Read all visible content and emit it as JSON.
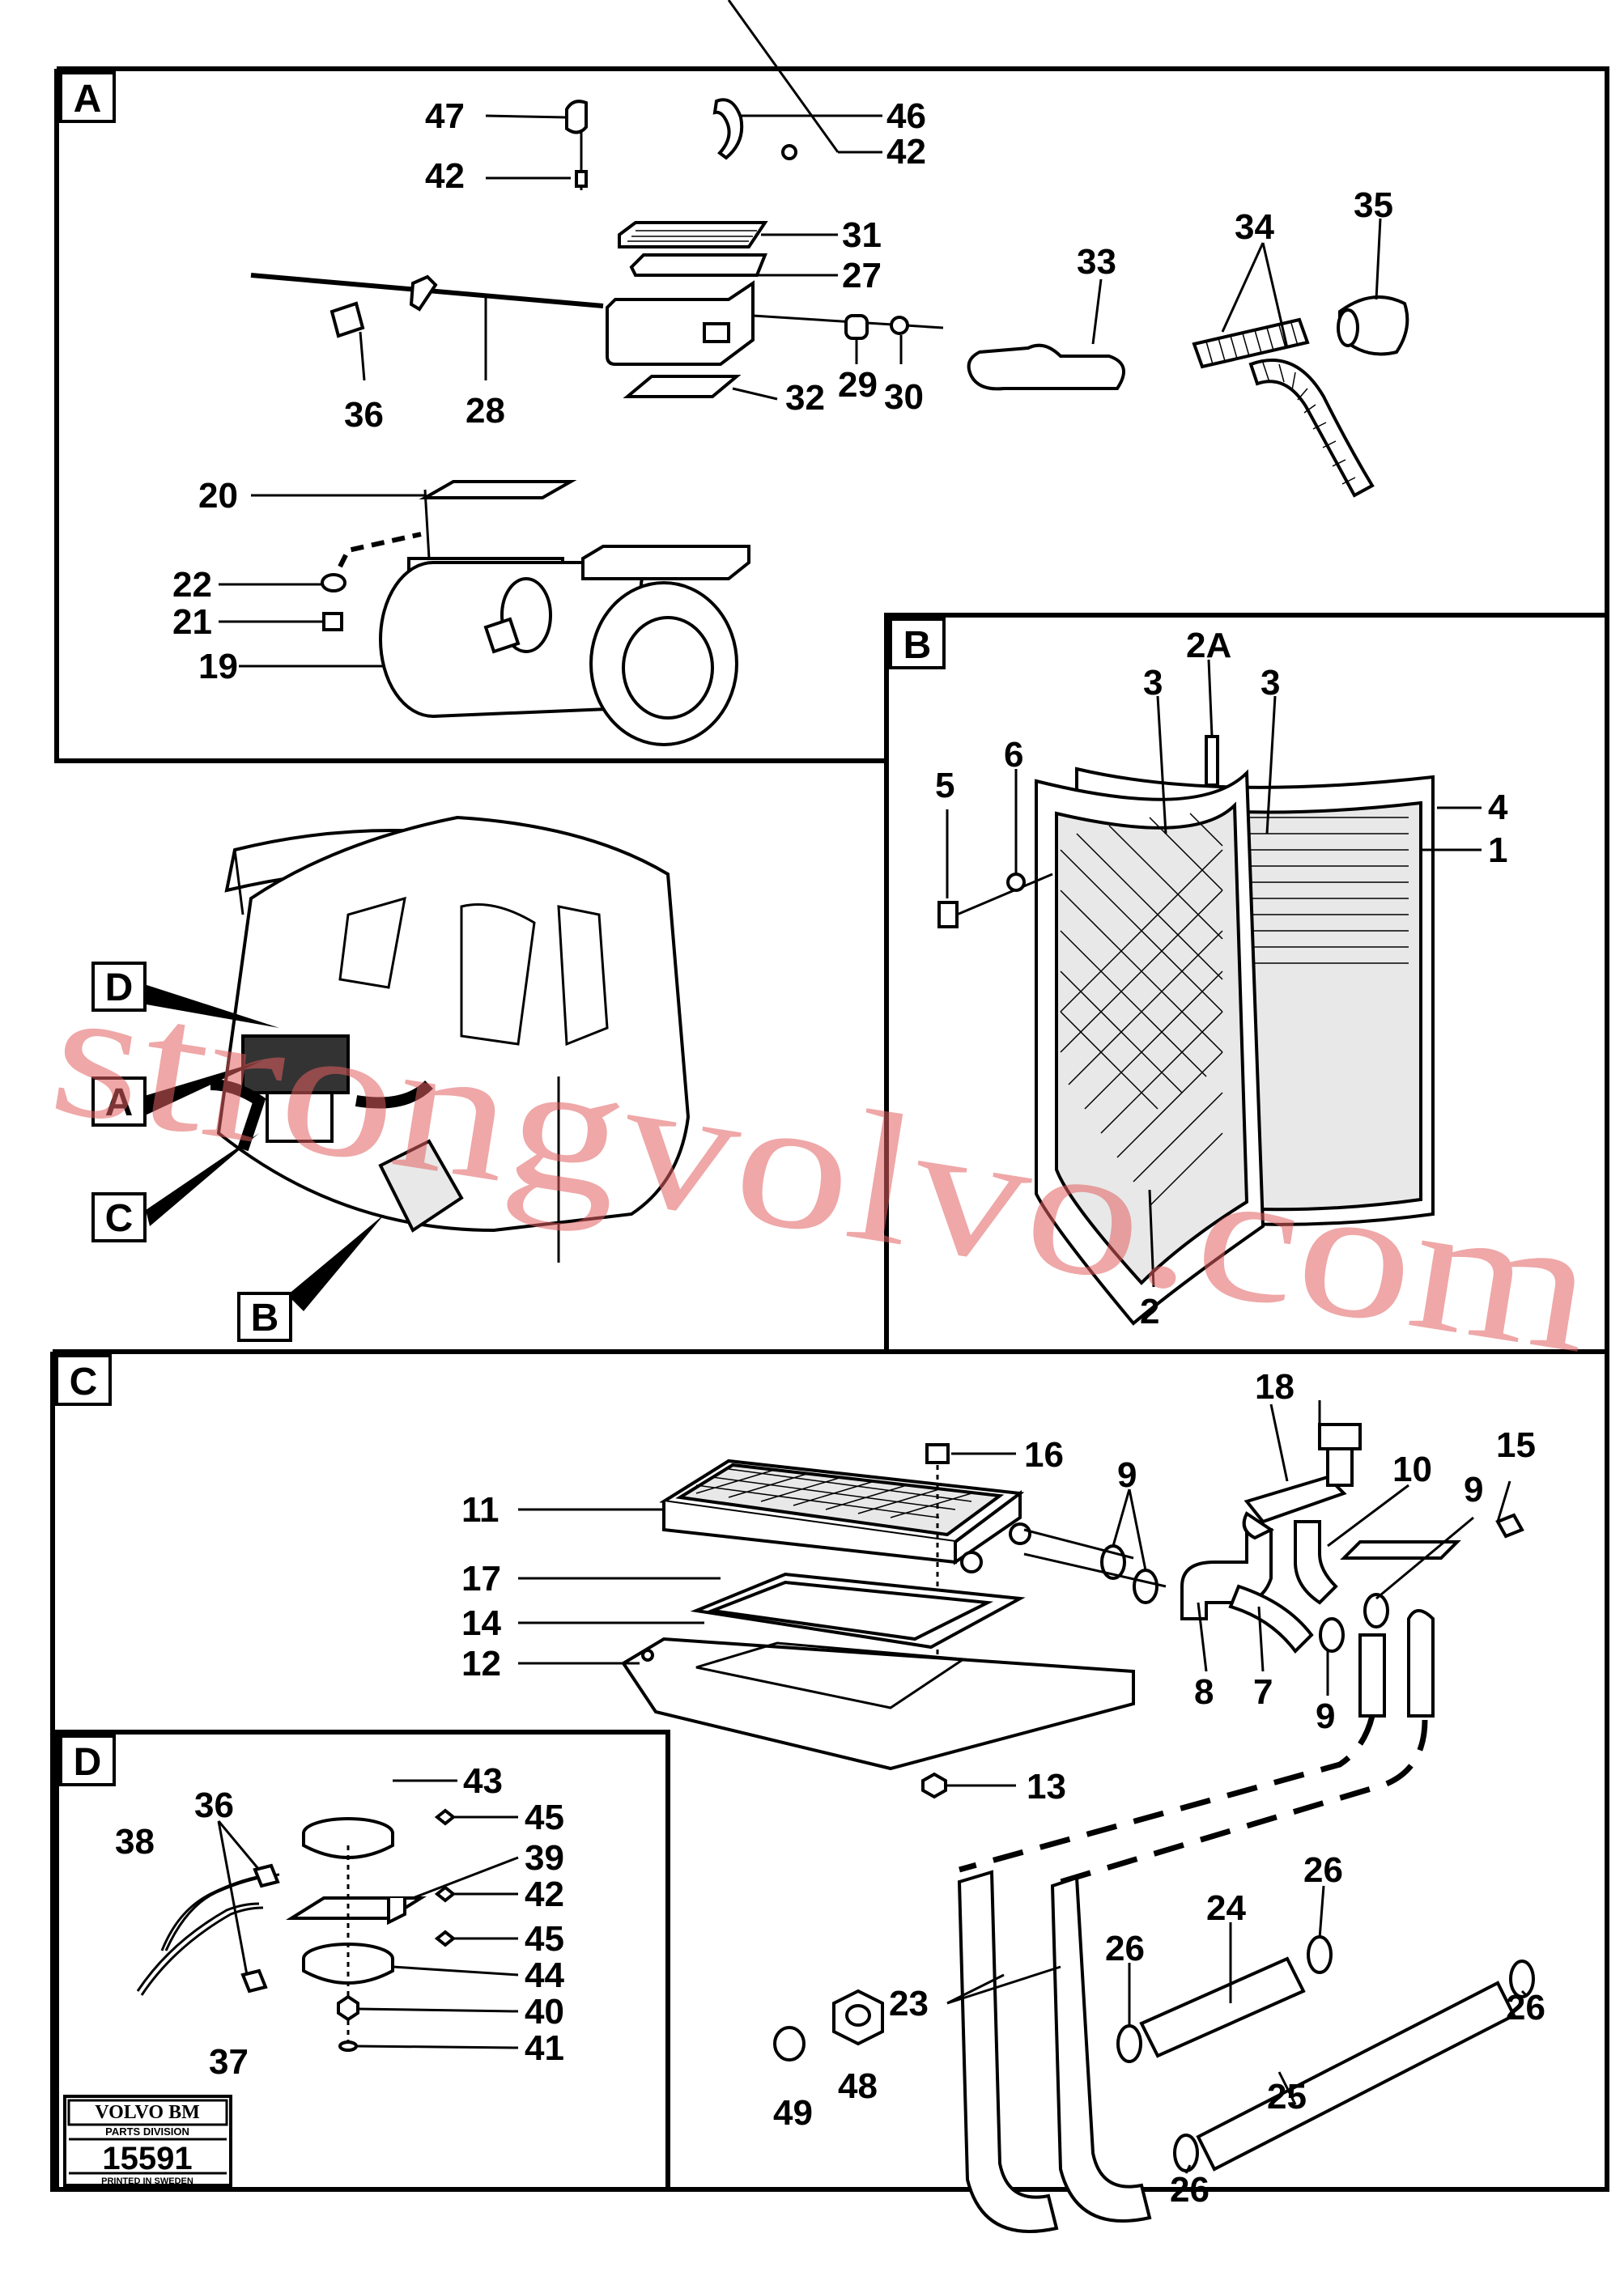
{
  "sections": {
    "A": "A",
    "B": "B",
    "C": "C",
    "D": "D"
  },
  "cab_callouts": [
    "D",
    "A",
    "C",
    "B"
  ],
  "labels": {
    "p47": "47",
    "p46": "46",
    "p42a": "42",
    "p42b": "42",
    "p31": "31",
    "p27": "27",
    "p33": "33",
    "p34": "34",
    "p35": "35",
    "p36a": "36",
    "p28": "28",
    "p29": "29",
    "p30": "30",
    "p32": "32",
    "p20": "20",
    "p22": "22",
    "p21": "21",
    "p19": "19",
    "p2A": "2A",
    "p3a": "3",
    "p3b": "3",
    "p5": "5",
    "p6": "6",
    "p4": "4",
    "p1": "1",
    "p2": "2",
    "p18": "18",
    "p16": "16",
    "p9a": "9",
    "p15": "15",
    "p10": "10",
    "p9b": "9",
    "p11": "11",
    "p17": "17",
    "p14": "14",
    "p12": "12",
    "p8": "8",
    "p7": "7",
    "p9c": "9",
    "p13": "13",
    "p26a": "26",
    "p24": "24",
    "p26b": "26",
    "p26c": "26",
    "p23": "23",
    "p25": "25",
    "p26d": "26",
    "p49": "49",
    "p48": "48",
    "p43": "43",
    "p36b": "36",
    "p45a": "45",
    "p38": "38",
    "p39": "39",
    "p42c": "42",
    "p45b": "45",
    "p44": "44",
    "p40": "40",
    "p41": "41",
    "p37": "37"
  },
  "logo": {
    "brand": "VOLVO BM",
    "division": "PARTS DIVISION",
    "number": "15591",
    "printed": "PRINTED IN SWEDEN"
  },
  "watermark": "strongvolvo.com",
  "colors": {
    "ink": "#000000",
    "watermark": "#e15f5f",
    "paper": "#ffffff"
  }
}
